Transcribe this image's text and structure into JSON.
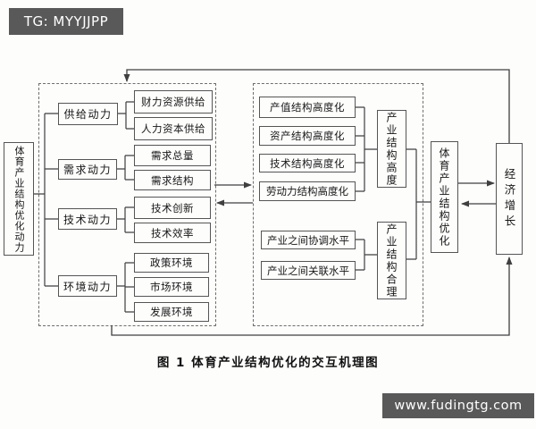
{
  "watermarks": {
    "top_left": "TG: MYYJJPP",
    "bottom_right": "www.fudingtg.com"
  },
  "figure": {
    "caption": "图 1  体育产业结构优化的交互机理图"
  },
  "diagram": {
    "driver_source": "体育产业结构优化动力",
    "drivers": [
      {
        "label": "供给动力",
        "children": [
          "财力资源供给",
          "人力资本供给"
        ]
      },
      {
        "label": "需求动力",
        "children": [
          "需求总量",
          "需求结构"
        ]
      },
      {
        "label": "技术动力",
        "children": [
          "技术创新",
          "技术效率"
        ]
      },
      {
        "label": "环境动力",
        "children": [
          "政策环境",
          "市场环境",
          "发展环境"
        ]
      }
    ],
    "advancement": {
      "items": [
        "产值结构高度化",
        "资产结构高度化",
        "技术结构高度化",
        "劳动力结构高度化"
      ],
      "label": "产业结构高度"
    },
    "rationalization": {
      "items": [
        "产业之间协调水平",
        "产业之间关联水平"
      ],
      "label": "产业结构合理"
    },
    "optimization": "体育产业结构优化",
    "growth": "经济增长"
  },
  "colors": {
    "line": "#3f3f3f",
    "watermark_bg": "#595959",
    "box_border": "#555555"
  }
}
